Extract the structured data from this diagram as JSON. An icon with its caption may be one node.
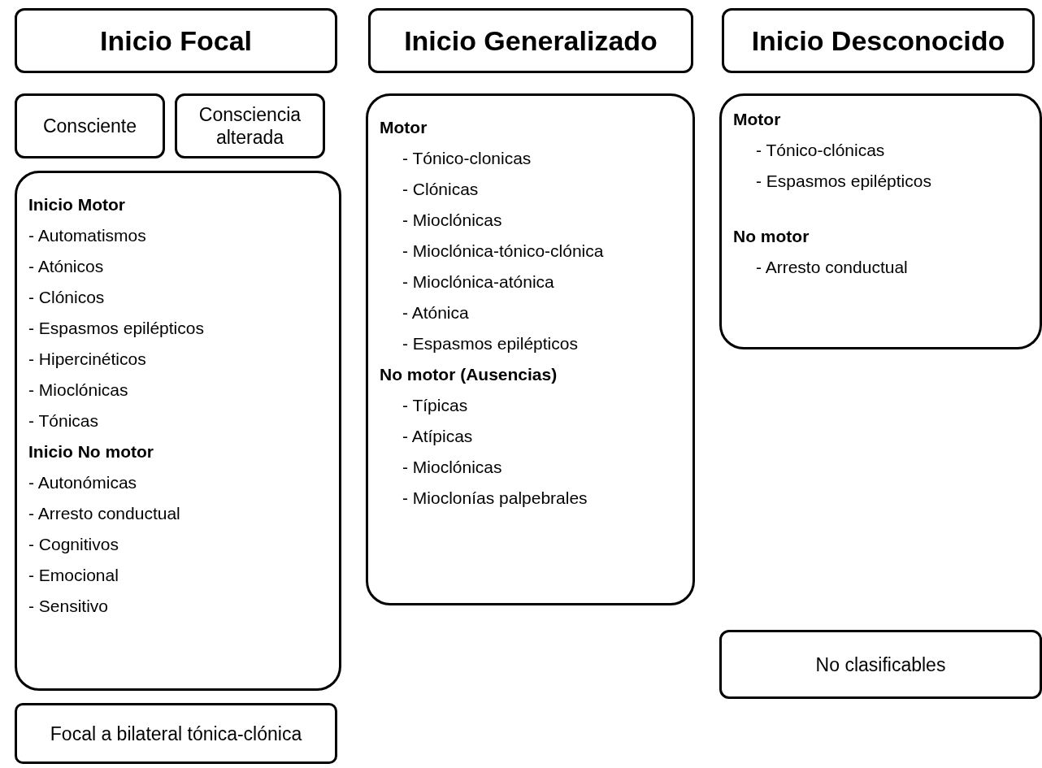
{
  "diagram": {
    "nodes": [
      {
        "text": [
          "Inicio Focal"
        ]
      },
      {
        "text": [
          "Consciente"
        ]
      },
      {
        "text": [
          "Consciencia alterada"
        ]
      },
      {
        "text": [
          "Inicio Motor",
          "- Automatismos",
          "- Atónicos",
          "- Clónicos",
          "- Espasmos epilépticos",
          "- Hipercinéticos",
          "- Mioclónicas",
          "- Tónicas",
          "Inicio No motor",
          "- Autonómicas",
          "- Arresto conductual",
          "- Cognitivos",
          "- Emocional",
          "- Sensitivo"
        ]
      },
      {
        "text": [
          "Focal a bilateral tónica-clónica"
        ]
      },
      {
        "text": [
          "Inicio Generalizado"
        ]
      },
      {
        "text": [
          "Motor",
          "- Tónico-clonicas",
          "- Clónicas",
          "- Mioclónicas",
          "- Mioclónica-tónico-clónica",
          "- Mioclónica-atónica",
          "- Atónica",
          "- Espasmos epilépticos",
          "No motor (Ausencias)",
          "- Típicas",
          "- Atípicas",
          "- Mioclónicas",
          "- Mioclonías palpebrales"
        ]
      },
      {
        "text": [
          "Inicio Desconocido"
        ]
      },
      {
        "text": [
          "Motor",
          "- Tónico-clónicas",
          "- Espasmos epilépticos",
          "No motor",
          "- Arresto conductual"
        ]
      },
      {
        "text": [
          "No clasificables"
        ]
      }
    ]
  }
}
